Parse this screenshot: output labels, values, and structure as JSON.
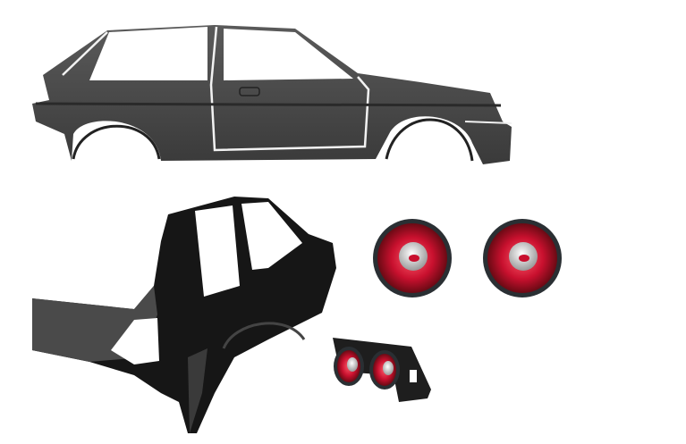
{
  "scene": {
    "background": "#ffffff",
    "parts": [
      {
        "name": "car-side-body",
        "color": "#4b4b4b"
      },
      {
        "name": "car-rear-body",
        "color": "#1a1a1a"
      },
      {
        "name": "speaker-left",
        "color": "#c8102e"
      },
      {
        "name": "speaker-right",
        "color": "#c8102e"
      },
      {
        "name": "speaker-box",
        "color": "#222222"
      }
    ],
    "colors": {
      "body_gray": "#4b4b4b",
      "body_dark": "#151515",
      "trim_white": "#f2f2f2",
      "speaker_red": "#c8102e",
      "speaker_rim": "#2a2f33"
    }
  }
}
